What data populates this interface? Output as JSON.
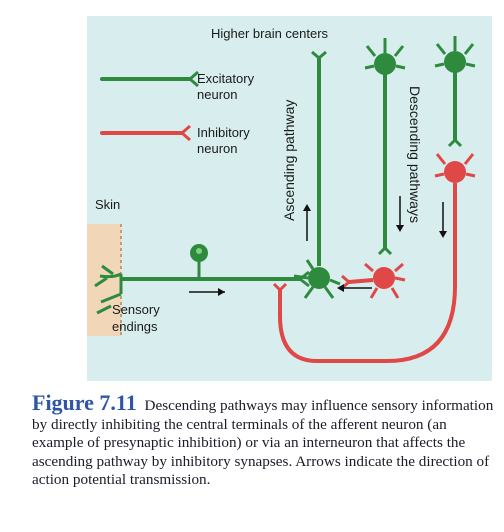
{
  "labels": {
    "higher_brain_centers": "Higher brain centers",
    "skin": "Skin",
    "sensory_endings": "Sensory endings",
    "ascending_pathway": "Ascending pathway",
    "descending_pathways": "Descending pathways"
  },
  "legend": {
    "excitatory": "Excitatory neuron",
    "inhibitory": "Inhibitory neuron"
  },
  "colors": {
    "excitatory": "#2e8b3e",
    "inhibitory": "#e04848",
    "panel_background": "#d8eeee",
    "skin": "#f2d6b8",
    "figure_label": "#2f55a4"
  },
  "caption": {
    "figure_label": "Figure 7.11",
    "text": "Descending pathways may influence sensory information by directly inhibiting the central terminals of the afferent neuron (an example of presynaptic inhibition) or via an interneuron that affects the ascending pathway by inhibitory synapses. Arrows indicate the direction of action potential transmission."
  }
}
